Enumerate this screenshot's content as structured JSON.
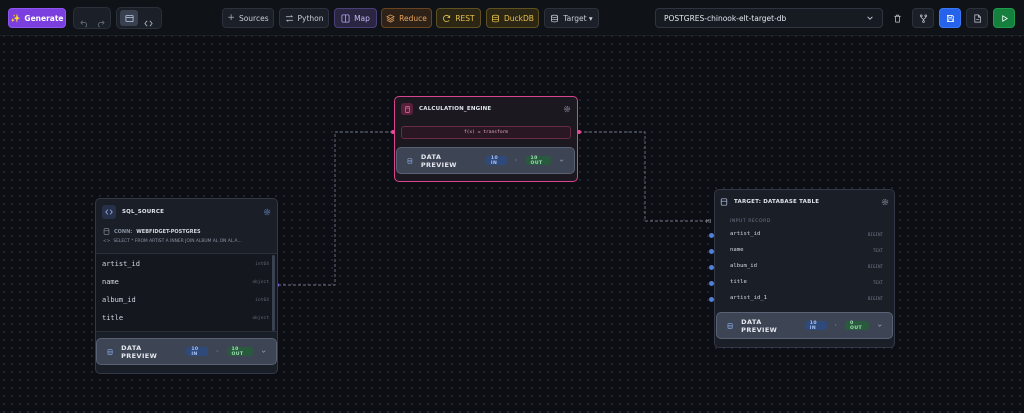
{
  "toolbar": {
    "generate_label": "Generate",
    "sources_label": "Sources",
    "python_label": "Python",
    "map_label": "Map",
    "reduce_label": "Reduce",
    "rest_label": "REST",
    "duckdb_label": "DuckDB",
    "target_label": "Target ▾",
    "pipeline_select": "POSTGRES-chinook-elt-target-db"
  },
  "calc_node": {
    "title": "CALCULATION_ENGINE",
    "formula": "f(x) = transform",
    "preview_label": "DATA PREVIEW",
    "in_count": "10 IN",
    "out_count": "10 OUT"
  },
  "source_node": {
    "title": "SQL_SOURCE",
    "conn_label": "CONN:",
    "conn_value": "WEBFIDGET-POSTGRES",
    "query": "SELECT * FROM ARTIST A INNER JOIN ALBUM AL ON AL.A...",
    "fields": [
      {
        "name": "artist_id",
        "type": "int64"
      },
      {
        "name": "name",
        "type": "object"
      },
      {
        "name": "album_id",
        "type": "int64"
      },
      {
        "name": "title",
        "type": "object"
      }
    ],
    "preview_label": "DATA PREVIEW",
    "in_count": "10 IN",
    "out_count": "10 OUT"
  },
  "target_node": {
    "title": "TARGET: DATABASE TABLE",
    "section_label": "INPUT RECORD",
    "fields": [
      {
        "name": "artist_id",
        "type": "BIGINT"
      },
      {
        "name": "name",
        "type": "TEXT"
      },
      {
        "name": "album_id",
        "type": "BIGINT"
      },
      {
        "name": "title",
        "type": "TEXT"
      },
      {
        "name": "artist_id_1",
        "type": "BIGINT"
      }
    ],
    "preview_label": "DATA PREVIEW",
    "in_count": "10 IN",
    "out_count": "0 OUT"
  }
}
